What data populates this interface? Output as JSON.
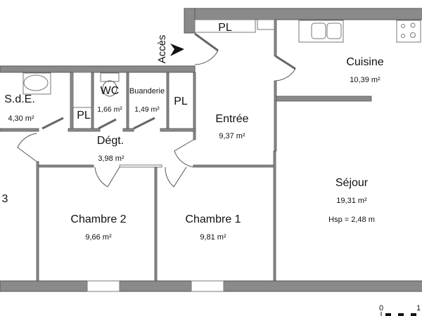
{
  "plan": {
    "access_label": "Accès",
    "rooms": {
      "sde": {
        "name": "S.d.E.",
        "area": "4,30 m²"
      },
      "pl_small": {
        "name": "PL"
      },
      "wc": {
        "name": "WC",
        "area": "1,66 m²"
      },
      "buanderie": {
        "name": "Buanderie",
        "area": "1,49 m²"
      },
      "pl_right": {
        "name": "PL"
      },
      "pl_top": {
        "name": "PL"
      },
      "entree": {
        "name": "Entrée",
        "area": "9,37 m²"
      },
      "cuisine": {
        "name": "Cuisine",
        "area": "10,39 m²"
      },
      "degt": {
        "name": "Dégt.",
        "area": "3,98 m²"
      },
      "chambre2": {
        "name": "Chambre 2",
        "area": "9,66 m²"
      },
      "chambre1": {
        "name": "Chambre 1",
        "area": "9,81 m²"
      },
      "chambre3_partial": {
        "name": "3"
      },
      "sejour": {
        "name": "Séjour",
        "area": "19,31 m²",
        "height": "Hsp = 2,48 m"
      }
    },
    "scale": {
      "start": "0",
      "end": "1"
    },
    "colors": {
      "wall": "#8a8a8a",
      "outline": "#555555"
    }
  }
}
